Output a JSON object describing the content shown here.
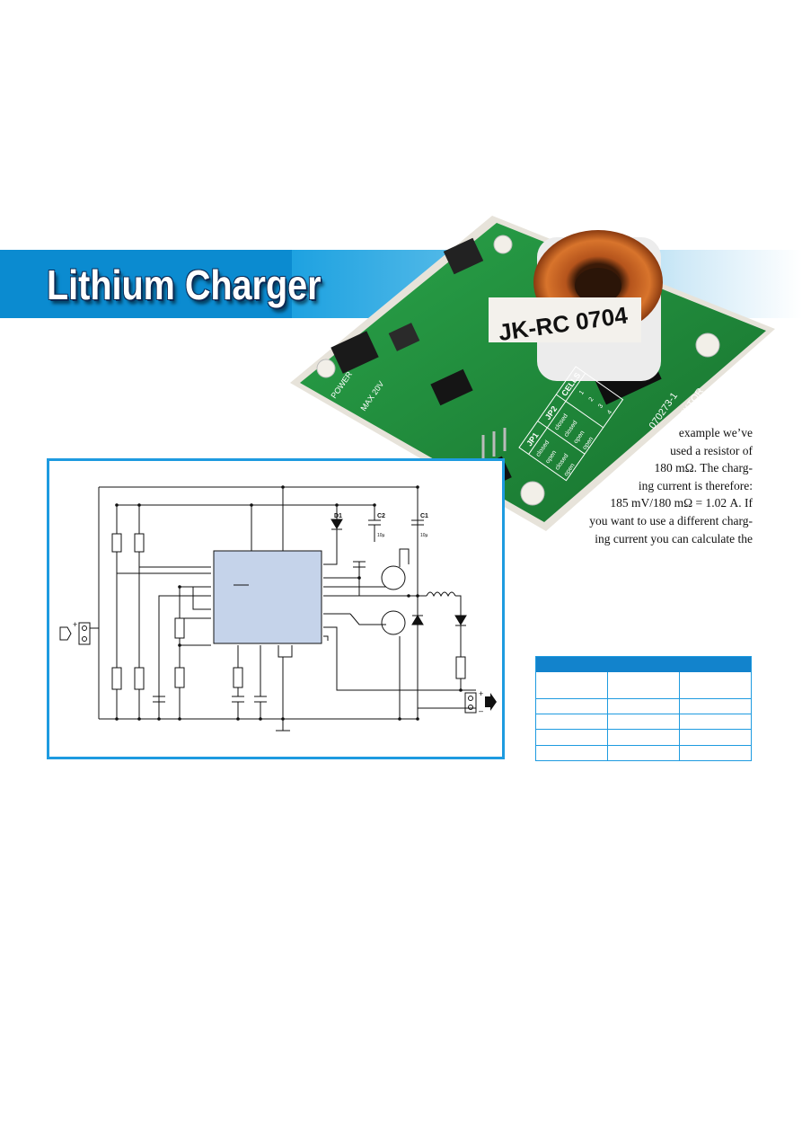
{
  "header": {
    "title": "Lithium Charger"
  },
  "photo": {
    "inductor_label": "JK-RC 0704",
    "board_id": "070273-1",
    "brand": "© ELEKTOR",
    "power_label": "POWER",
    "max_voltage": "MAX 20V",
    "jumper_table_headers": [
      "JP1",
      "JP2",
      "CELLS"
    ],
    "jumper_table_rows": [
      [
        "closed",
        "closed",
        "1"
      ],
      [
        "open",
        "closed",
        "2"
      ],
      [
        "closed",
        "open",
        "3"
      ],
      [
        "open",
        "open",
        "4"
      ]
    ]
  },
  "body_text": {
    "lines": [
      "example we’ve",
      "used a resistor of",
      "180 mΩ. The charg-",
      "ing current is therefore:",
      "185 mV/180 mΩ = 1.02 A. If",
      "you want to use a different charg-",
      "ing current you can calculate the"
    ]
  },
  "schematic": {
    "labels": {
      "d1": "D1",
      "c2": "C2",
      "c1": "C1",
      "c2_value": "10µ",
      "c1_value": "10µ",
      "plus": "+",
      "minus": "–"
    }
  },
  "colors": {
    "accent": "#1e9be0",
    "band_dark": "#0b8bd0",
    "pcb_green": "#1f8a3a",
    "chip_fill": "#c5d3ea"
  }
}
